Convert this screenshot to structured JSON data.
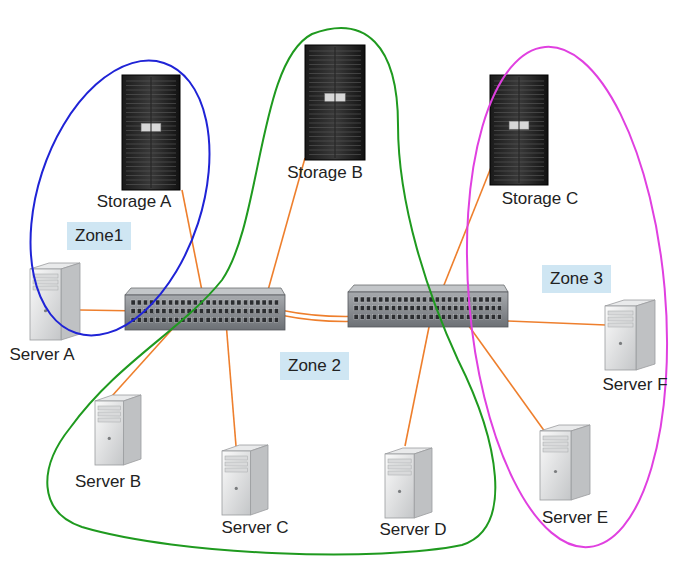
{
  "diagram": {
    "nodes": [
      {
        "text": [
          "Zone1"
        ]
      },
      {
        "text": [
          "Storage A"
        ],
        "in": 0
      },
      {
        "text": [
          "Server A"
        ],
        "in": 0
      },
      {
        "text": [
          "Zone 2"
        ]
      },
      {
        "text": [
          "Storage B"
        ],
        "in": 3
      },
      {
        "text": [
          "Server B"
        ],
        "in": 3
      },
      {
        "text": [
          "Server C"
        ],
        "in": 3
      },
      {
        "text": [
          "Server D"
        ],
        "in": 3
      },
      {
        "text": [
          "Zone 3"
        ]
      },
      {
        "text": [
          "Storage C"
        ],
        "in": 8
      },
      {
        "text": [
          "Server F"
        ],
        "in": 8
      },
      {
        "text": [
          "Server E"
        ],
        "in": 8
      }
    ]
  }
}
